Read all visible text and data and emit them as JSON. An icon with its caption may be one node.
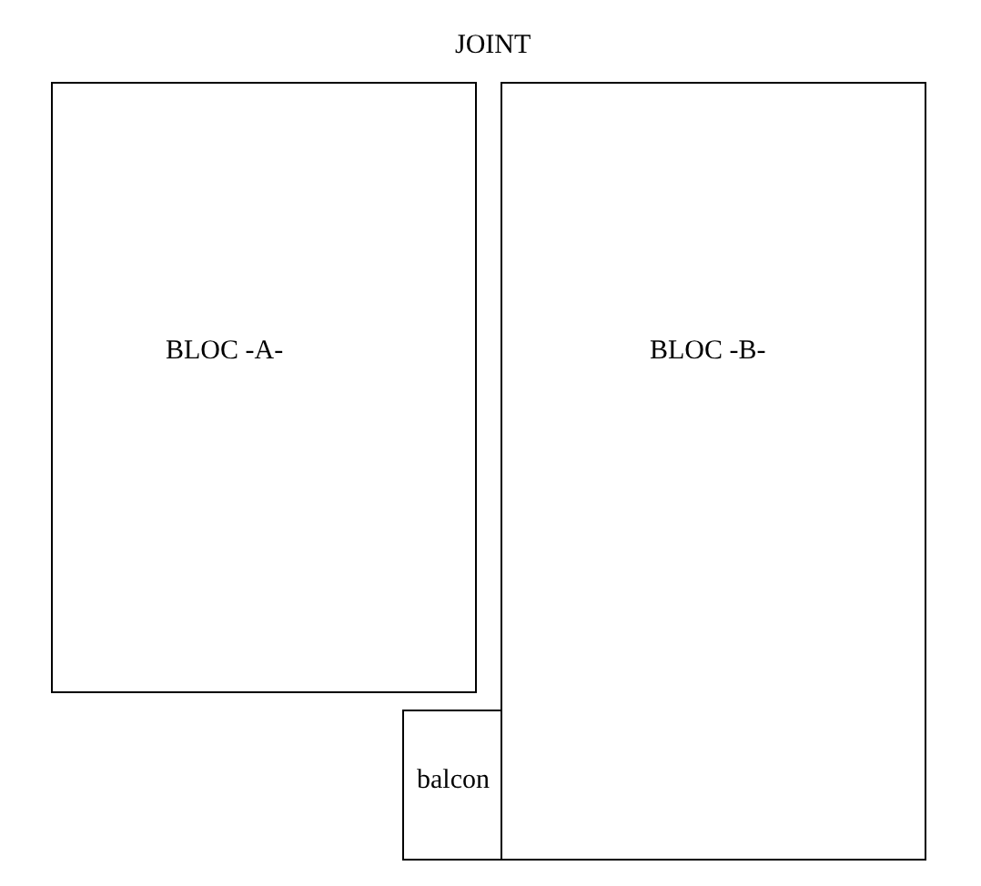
{
  "diagram": {
    "nodes": [
      {
        "text": [
          "BLOC -A-"
        ]
      },
      {
        "text": [
          "BLOC -B-"
        ]
      },
      {
        "text": [
          "balcon"
        ]
      }
    ],
    "labels": [
      "JOINT"
    ]
  }
}
